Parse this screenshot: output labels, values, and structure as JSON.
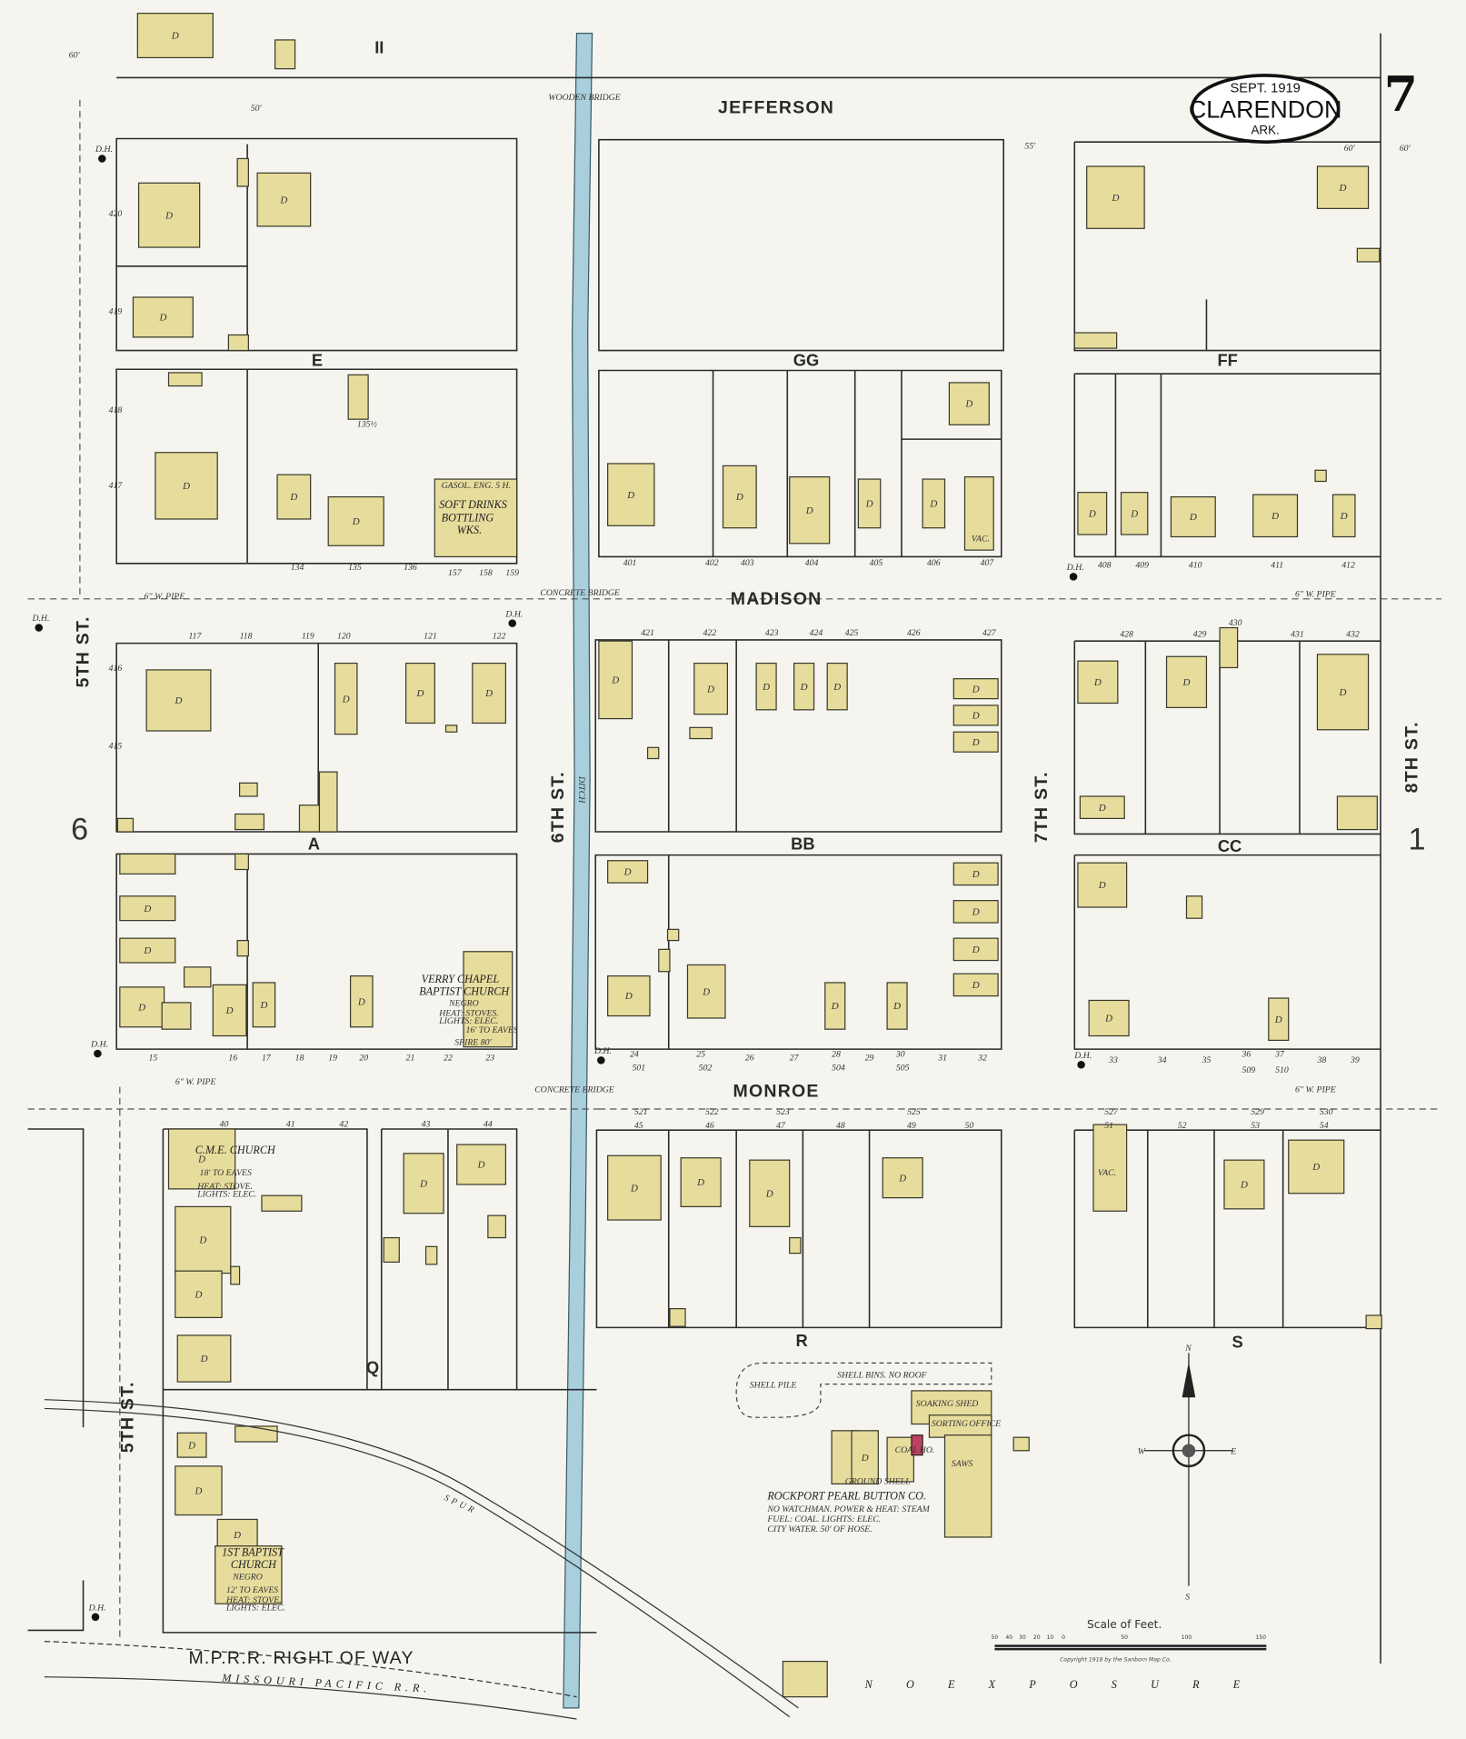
{
  "title_cartouche": {
    "date": "SEPT. 1919",
    "city": "CLARENDON",
    "state": "ARK."
  },
  "sheet_number": "7",
  "adjacent_sheets": {
    "left": "6",
    "right": "1"
  },
  "streets": {
    "jefferson": "JEFFERSON",
    "madison": "MADISON",
    "monroe": "MONROE",
    "fifth_st": "5TH ST.",
    "sixth_st": "6TH ST.",
    "seventh_st": "7TH ST.",
    "eighth_st": "8TH ST."
  },
  "blocks": [
    "II",
    "E",
    "GG",
    "FF",
    "A",
    "BB",
    "CC",
    "Q",
    "R",
    "S"
  ],
  "ditch_label": "DITCH",
  "bridges": {
    "wooden": "WOODEN BRIDGE",
    "concrete": "CONCRETE BRIDGE"
  },
  "water_pipe": "6\" W. PIPE",
  "hydrant": "D.H.",
  "dwelling_mark": "D",
  "vacant_mark": "VAC.",
  "landmarks": {
    "bottling": {
      "line1": "SOFT DRINKS",
      "line2": "BOTTLING",
      "line3": "WKS.",
      "note": "GASOL. ENG. 5 H."
    },
    "verry_chapel": {
      "line1": "VERRY CHAPEL",
      "line2": "BAPTIST CHURCH",
      "line3": "NEGRO",
      "note1": "HEAT: STOVES.",
      "note2": "LIGHTS: ELEC.",
      "eaves": "16' TO EAVES",
      "spire": "SPIRE 80'"
    },
    "cme_church": {
      "name": "C.M.E. CHURCH",
      "eaves": "18' TO EAVES",
      "note1": "HEAT: STOVE.",
      "note2": "LIGHTS: ELEC."
    },
    "first_baptist": {
      "line1": "1ST BAPTIST",
      "line2": "CHURCH",
      "line3": "NEGRO",
      "eaves": "12' TO EAVES",
      "note1": "HEAT: STOVE.",
      "note2": "LIGHTS: ELEC."
    },
    "pearl_button": {
      "name": "ROCKPORT PEARL BUTTON CO.",
      "note1": "NO WATCHMAN. POWER & HEAT: STEAM",
      "note2": "FUEL: COAL. LIGHTS: ELEC.",
      "note3": "CITY WATER. 50' OF HOSE.",
      "shell_pile": "SHELL PILE",
      "shell_bins": "SHELL BINS. NO ROOF",
      "soaking": "SOAKING SHED",
      "sorting": "SORTING",
      "office": "OFFICE",
      "coal": "COAL HO.",
      "saws": "SAWS",
      "ground_shell": "GROUND SHELL"
    }
  },
  "railroad": {
    "row": "M.P.R.R. RIGHT OF WAY",
    "line": "MISSOURI PACIFIC R.R.",
    "spur": "SPUR"
  },
  "no_exposure": "N O   E X P O S U R E",
  "scale": {
    "title": "Scale of Feet.",
    "ticks": [
      "50",
      "40",
      "30",
      "20",
      "10",
      "0",
      "50",
      "100",
      "150"
    ],
    "copyright": "Copyright 1918 by the Sanborn Map Co."
  },
  "compass": {
    "n": "N",
    "s": "S",
    "e": "E",
    "w": "W"
  },
  "house_numbers": [
    "117",
    "118",
    "119",
    "120",
    "121",
    "122",
    "421",
    "422",
    "423",
    "424",
    "425",
    "426",
    "427",
    "428",
    "429",
    "430",
    "431",
    "432",
    "401",
    "402",
    "403",
    "404",
    "405",
    "406",
    "407",
    "408",
    "409",
    "410",
    "411",
    "412",
    "134",
    "135",
    "136",
    "157",
    "158",
    "159",
    "15",
    "16",
    "17",
    "18",
    "19",
    "20",
    "21",
    "22",
    "23",
    "24",
    "25",
    "26",
    "27",
    "28",
    "29",
    "30",
    "31",
    "32",
    "33",
    "34",
    "35",
    "36",
    "37",
    "38",
    "39",
    "40",
    "41",
    "42",
    "43",
    "44",
    "45",
    "46",
    "47",
    "48",
    "49",
    "50",
    "51",
    "52",
    "53",
    "54",
    "521",
    "522",
    "523",
    "525",
    "527",
    "529",
    "530",
    "501",
    "502",
    "504",
    "505",
    "509",
    "510",
    "418",
    "417",
    "416",
    "415",
    "419",
    "420",
    "135½"
  ],
  "widths": [
    "60'",
    "50'",
    "55'",
    "60'",
    "60'"
  ]
}
